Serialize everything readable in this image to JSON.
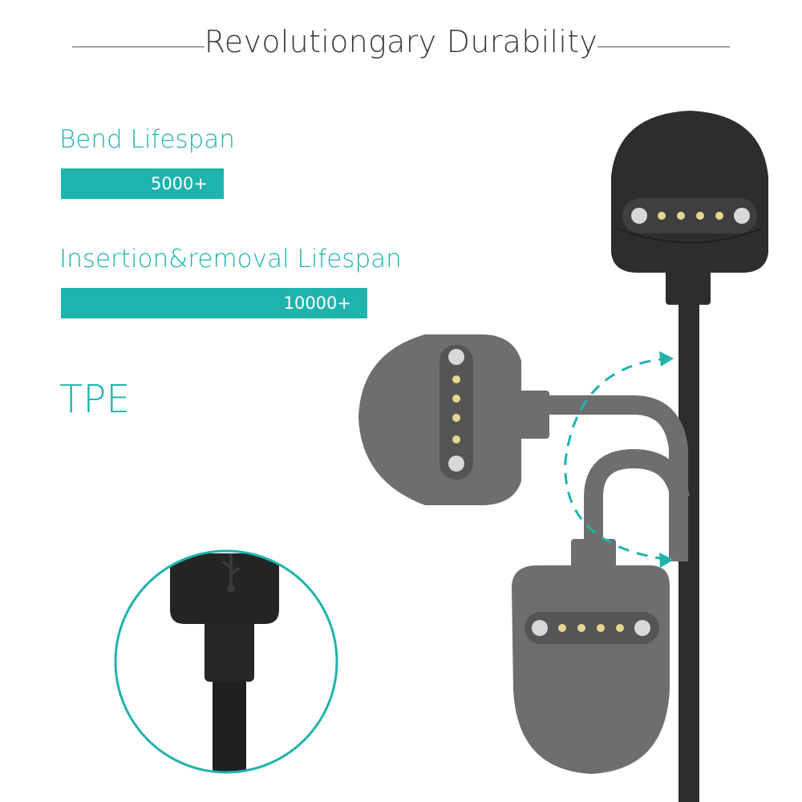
{
  "header": {
    "title": "Revolutiongary Durability"
  },
  "specs": [
    {
      "label": "Bend Lifespan",
      "value": "5000+",
      "fraction": 0.6
    },
    {
      "label": "Insertion&removal Lifespan",
      "value": "10000+",
      "fraction": 1.0
    }
  ],
  "material": "TPE",
  "colors": {
    "accent": "#1fb3ad",
    "text": "#3a3a3a",
    "charger_dark": "#2d2d2d",
    "charger_gray": "#6e6e6e"
  },
  "icons": {
    "usb_symbol": "usb-icon"
  }
}
